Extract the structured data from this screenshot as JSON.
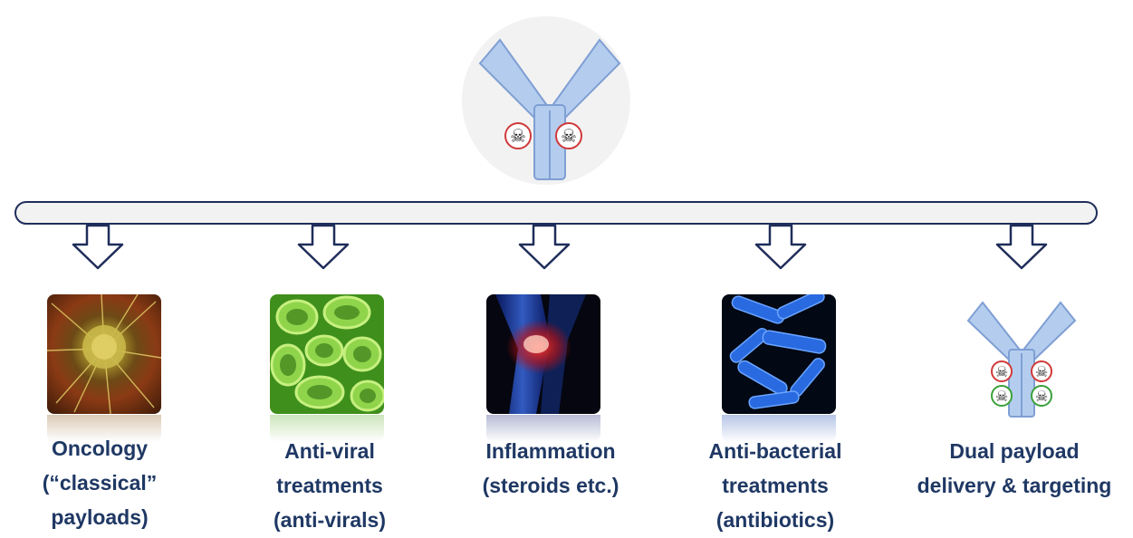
{
  "categories": [
    {
      "id": "oncology",
      "lines": [
        "Oncology",
        "(“classical”",
        "payloads)"
      ],
      "image": "cancer-cell-image"
    },
    {
      "id": "antiviral",
      "lines": [
        "Anti-viral",
        "treatments",
        "(anti-virals)"
      ],
      "image": "virus-image"
    },
    {
      "id": "inflammation",
      "lines": [
        "Inflammation",
        "(steroids etc.)"
      ],
      "image": "inflamed-knee-image"
    },
    {
      "id": "antibacterial",
      "lines": [
        "Anti-bacterial",
        "treatments",
        "(antibiotics)"
      ],
      "image": "bacteria-image"
    },
    {
      "id": "dual",
      "lines": [
        "Dual payload",
        "delivery & targeting"
      ],
      "image": "dual-payload-antibody"
    }
  ],
  "colors": {
    "label_text": "#1f3864",
    "outline": "#1f2d5a",
    "antibody_fill": "#b4cdee",
    "antibody_stroke": "#7f9fd4",
    "payload_red": "#d03a3a",
    "payload_green": "#3aa03a"
  },
  "icons": [
    "antibody-icon",
    "skull-crossbones-icon",
    "down-arrow-icon"
  ]
}
